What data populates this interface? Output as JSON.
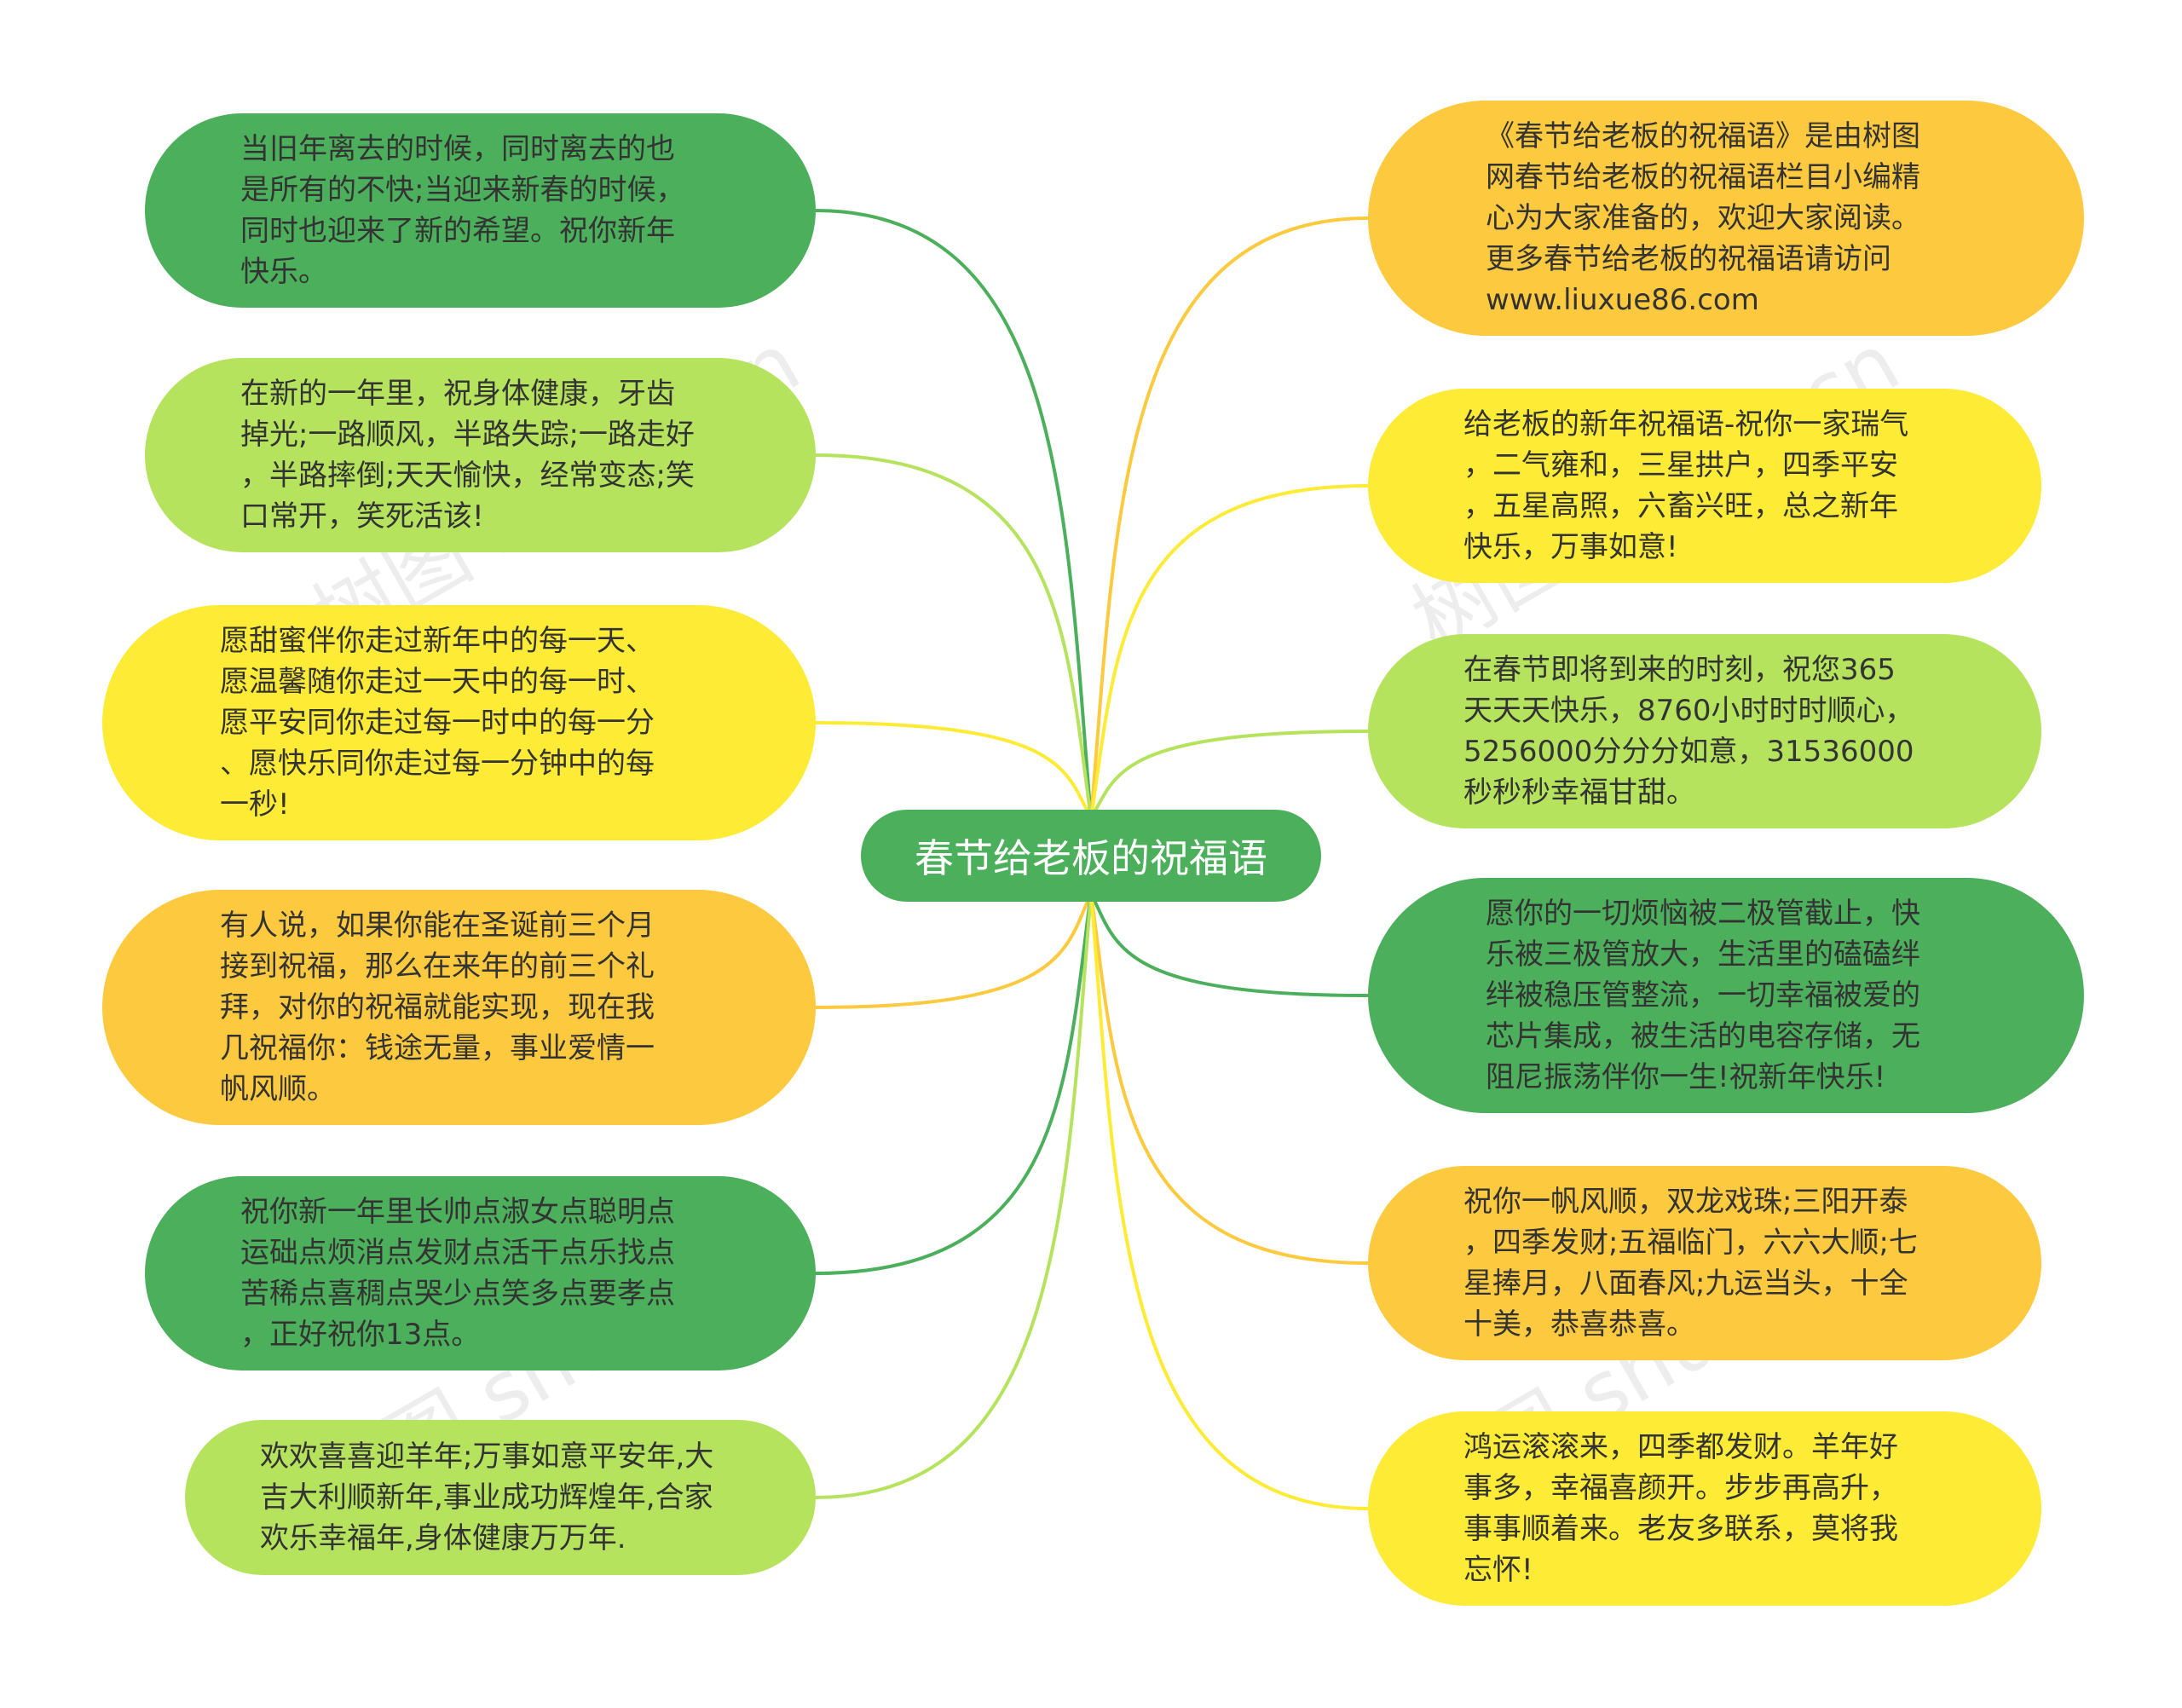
{
  "colors": {
    "dark_green": "#4caf5b",
    "light_green": "#b5e35d",
    "yellow": "#fdeb36",
    "orange": "#fdc93f"
  },
  "center": {
    "label": "春节给老板的祝福语",
    "color": "dark_green"
  },
  "left_nodes": [
    {
      "text": "当旧年离去的时候，同时离去的也\n是所有的不快;当迎来新春的时候，\n同时也迎来了新的希望。祝你新年\n快乐。",
      "color": "dark_green"
    },
    {
      "text": "在新的一年里，祝身体健康，牙齿\n掉光;一路顺风，半路失踪;一路走好\n，半路摔倒;天天愉快，经常变态;笑\n口常开，笑死活该!",
      "color": "light_green"
    },
    {
      "text": "愿甜蜜伴你走过新年中的每一天、\n愿温馨随你走过一天中的每一时、\n愿平安同你走过每一时中的每一分\n、愿快乐同你走过每一分钟中的每\n一秒!",
      "color": "yellow"
    },
    {
      "text": "有人说，如果你能在圣诞前三个月\n接到祝福，那么在来年的前三个礼\n拜，对你的祝福就能实现，现在我\n几祝福你：钱途无量，事业爱情一\n帆风顺。",
      "color": "orange"
    },
    {
      "text": "祝你新一年里长帅点淑女点聪明点\n运础点烦消点发财点活干点乐找点\n苦稀点喜稠点哭少点笑多点要孝点\n，正好祝你13点。",
      "color": "dark_green"
    },
    {
      "text": "欢欢喜喜迎羊年;万事如意平安年,大\n吉大利顺新年,事业成功辉煌年,合家\n欢乐幸福年,身体健康万万年.",
      "color": "light_green"
    }
  ],
  "right_nodes": [
    {
      "text": "《春节给老板的祝福语》是由树图\n网春节给老板的祝福语栏目小编精\n心为大家准备的，欢迎大家阅读。\n更多春节给老板的祝福语请访问\nwww.liuxue86.com",
      "color": "orange"
    },
    {
      "text": "给老板的新年祝福语-祝你一家瑞气\n，二气雍和，三星拱户，四季平安\n，五星高照，六畜兴旺，总之新年\n快乐，万事如意!",
      "color": "yellow"
    },
    {
      "text": "在春节即将到来的时刻，祝您365\n天天天快乐，8760小时时时顺心，\n5256000分分分如意，31536000\n秒秒秒幸福甘甜。",
      "color": "light_green"
    },
    {
      "text": "愿你的一切烦恼被二极管截止，快\n乐被三极管放大，生活里的磕磕绊\n绊被稳压管整流，一切幸福被爱的\n芯片集成，被生活的电容存储，无\n阻尼振荡伴你一生!祝新年快乐!",
      "color": "dark_green"
    },
    {
      "text": "祝你一帆风顺，双龙戏珠;三阳开泰\n，四季发财;五福临门，六六大顺;七\n星捧月，八面春风;九运当头，十全\n十美，恭喜恭喜。",
      "color": "orange"
    },
    {
      "text": "鸿运滚滚来，四季都发财。羊年好\n事多，幸福喜颜开。步步再高升，\n事事顺着来。老友多联系，莫将我\n忘怀!",
      "color": "yellow"
    }
  ],
  "watermarks": [
    "树图 shutu.cn",
    "树图 shutu.cn",
    "树图 shutu.cn",
    "树图 shutu.cn"
  ]
}
